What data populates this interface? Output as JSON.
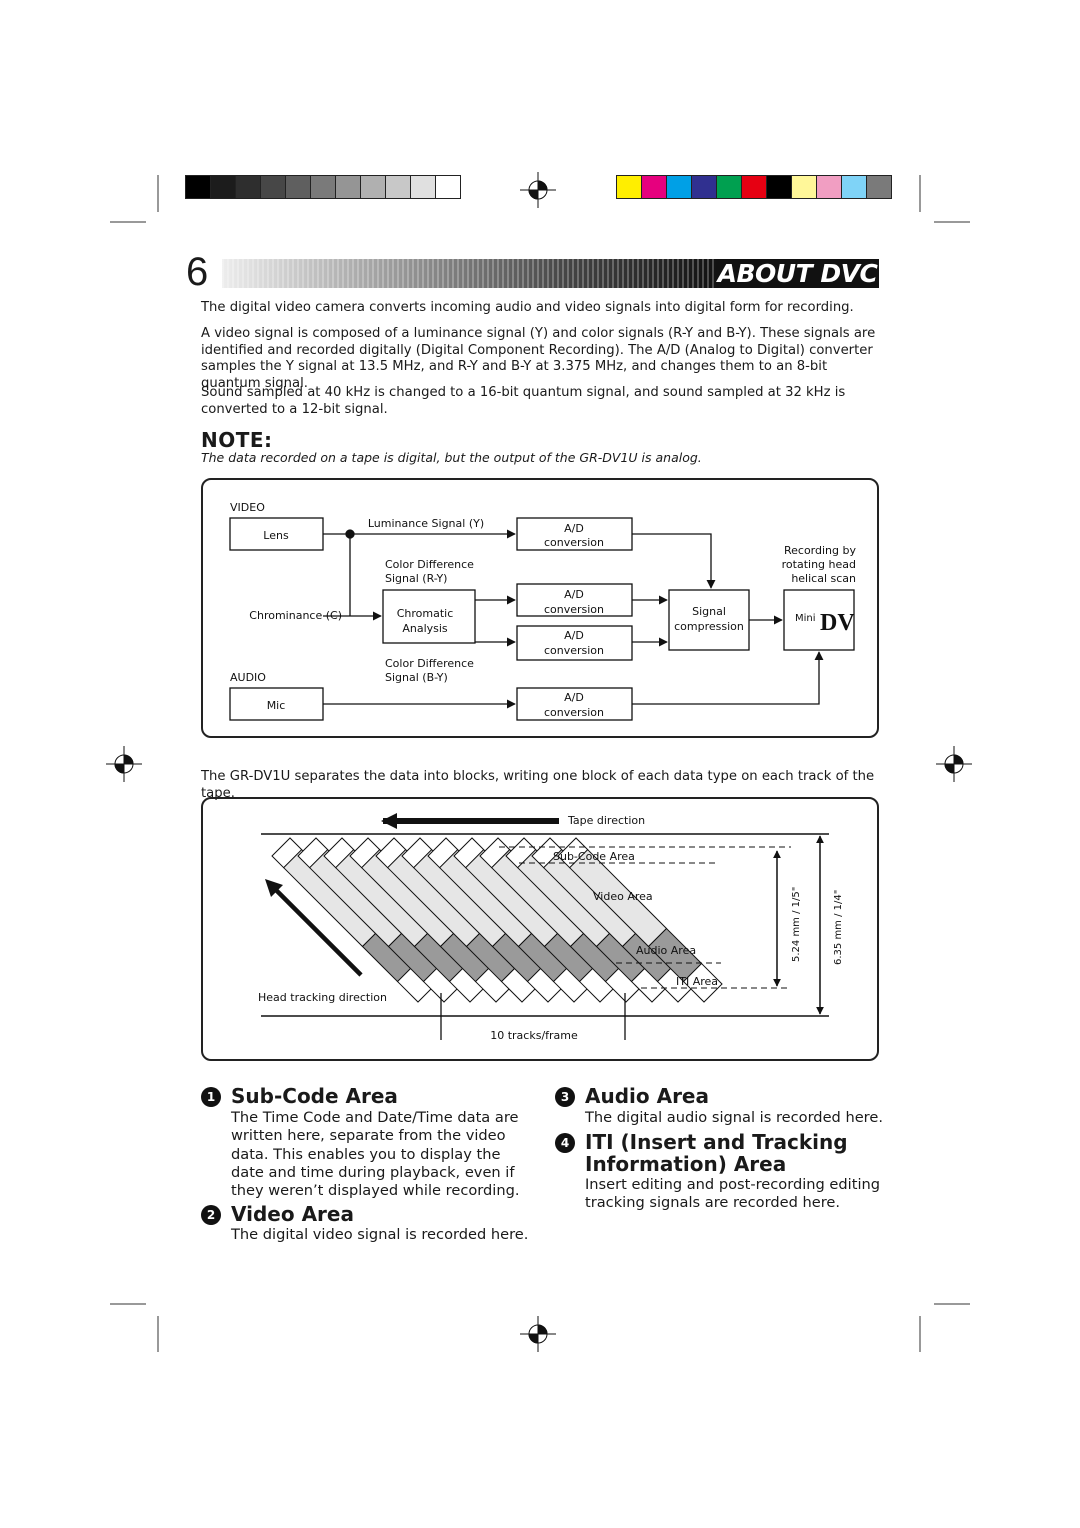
{
  "header": {
    "page_number": "6",
    "title": "ABOUT DVC",
    "gray_swatches": [
      "#000000",
      "#1c1c1c",
      "#2e2e2e",
      "#474747",
      "#5f5f5f",
      "#7a7a7a",
      "#959595",
      "#b0b0b0",
      "#c8c8c8",
      "#e0e0e0",
      "#ffffff"
    ],
    "color_swatches": [
      "#ffee00",
      "#e6007e",
      "#00a0e6",
      "#303090",
      "#00a050",
      "#e60012",
      "#000000",
      "#fff799",
      "#f19ec2",
      "#7fd3f7",
      "#7a7a7a"
    ]
  },
  "intro": {
    "p1": "The digital video camera converts incoming audio and video signals into digital form for recording.",
    "p2": "A video signal is composed of a luminance signal (Y) and color signals (R-Y and B-Y). These signals are identified and recorded digitally (Digital Component Recording). The A/D (Analog to Digital) converter samples the Y signal at 13.5 MHz, and R-Y and B-Y at 3.375 MHz, and changes them to an 8-bit quantum signal.",
    "p3": "Sound sampled at 40 kHz is changed to a 16-bit quantum signal, and sound sampled at 32 kHz is converted to a 12-bit signal."
  },
  "note": {
    "title": "NOTE:",
    "text": "The data recorded on a tape is digital, but the output of the GR-DV1U is analog."
  },
  "block_diagram": {
    "video_label": "VIDEO",
    "audio_label": "AUDIO",
    "lens": "Lens",
    "mic": "Mic",
    "luminance": "Luminance Signal (Y)",
    "color_diff_ry_1": "Color Difference",
    "color_diff_ry_2": "Signal (R-Y)",
    "color_diff_by_1": "Color Difference",
    "color_diff_by_2": "Signal (B-Y)",
    "chrominance": "Chrominance (C)",
    "chromatic_1": "Chromatic",
    "chromatic_2": "Analysis",
    "ad": "A/D",
    "conversion": "conversion",
    "signal_1": "Signal",
    "signal_2": "compression",
    "recording_1": "Recording by",
    "recording_2": "rotating head",
    "recording_3": "helical scan",
    "mini": "Mini",
    "dv": "DV"
  },
  "separation_text": "The GR-DV1U separates the data into blocks, writing one block of each data type on each track of the tape.",
  "track_diagram": {
    "tape_direction": "Tape direction",
    "sub_code_area": "Sub-Code Area",
    "video_area": "Video Area",
    "audio_area": "Audio Area",
    "iti_area": "ITI Area",
    "head_tracking": "Head tracking direction",
    "tracks_frame": "10 tracks/frame",
    "dim_1": "5.24 mm / 1/5\"",
    "dim_2": "6.35 mm / 1/4\""
  },
  "sections": {
    "s1": {
      "num": "1",
      "title": "Sub-Code Area",
      "body": "The Time Code and Date/Time data are written here, separate from the video data. This enables you to display the date and time during playback, even if they weren’t displayed while recording."
    },
    "s2": {
      "num": "2",
      "title": "Video Area",
      "body": "The digital video signal is recorded here."
    },
    "s3": {
      "num": "3",
      "title": "Audio Area",
      "body": "The digital audio signal is recorded here."
    },
    "s4": {
      "num": "4",
      "title_1": "ITI (Insert and Tracking",
      "title_2": "Information) Area",
      "body": "Insert editing and post-recording editing tracking signals are recorded here."
    }
  }
}
